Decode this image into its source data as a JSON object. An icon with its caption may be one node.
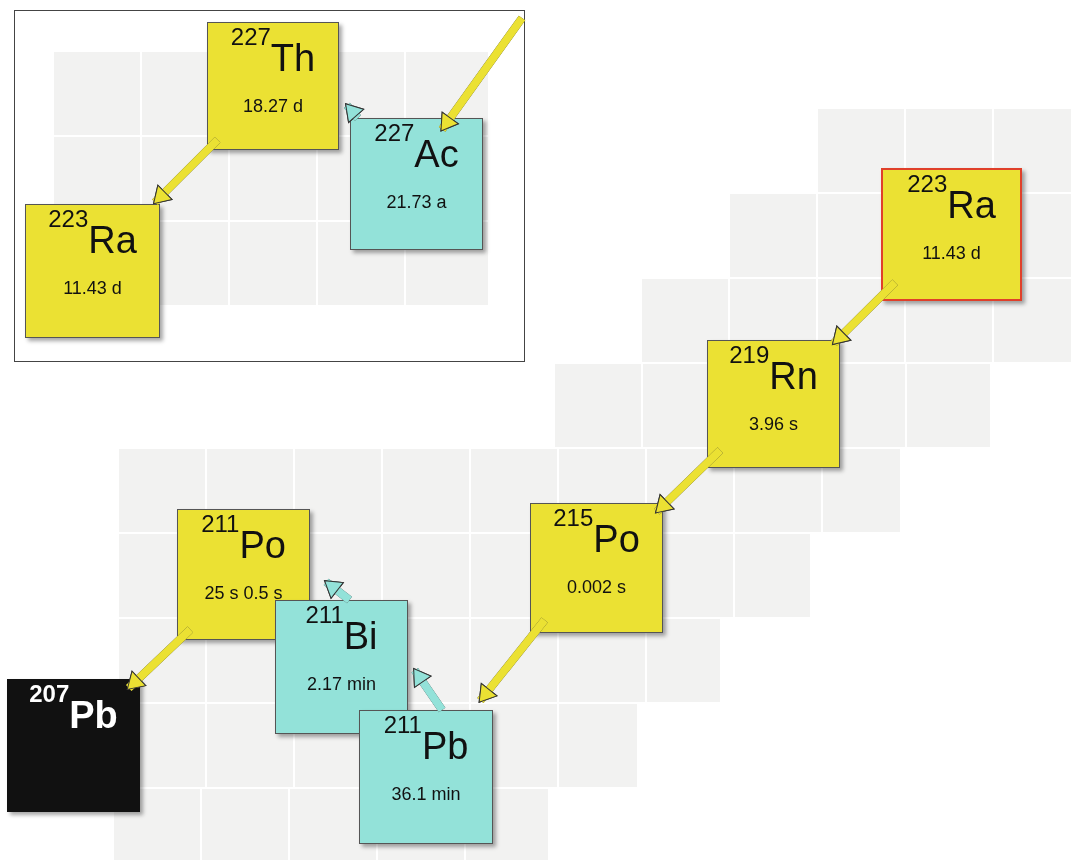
{
  "diagram": {
    "nodes": [
      {
        "text": [
          "$^{227}$Th",
          "18.27 d"
        ]
      },
      {
        "text": [
          "$^{227}$Ac",
          "21.73 a"
        ]
      },
      {
        "text": [
          "$^{223}$Ra",
          "11.43 d"
        ]
      },
      {
        "text": [
          "$^{223}$Ra",
          "11.43 d"
        ]
      },
      {
        "text": [
          "$^{219}$Rn",
          "3.96 s"
        ]
      },
      {
        "text": [
          "$^{215}$Po",
          "0.002 s"
        ]
      },
      {
        "text": [
          "$^{211}$Po",
          "25 s 0.5 s"
        ]
      },
      {
        "text": [
          "$^{211}$Bi",
          "2.17 min"
        ]
      },
      {
        "text": [
          "$^{211}$Pb",
          "36.1 min"
        ]
      },
      {
        "text": [
          "$^{207}$Pb"
        ]
      }
    ],
    "edges": [
      {
        "from": null,
        "to": 1,
        "arrow": "to"
      },
      {
        "from": 1,
        "to": 0,
        "arrow": "to",
        "color": "#93e2d9"
      },
      {
        "from": 0,
        "to": 2,
        "arrow": "to"
      },
      {
        "from": 3,
        "to": 4,
        "arrow": "to"
      },
      {
        "from": 4,
        "to": 5,
        "arrow": "to"
      },
      {
        "from": 5,
        "to": 8,
        "arrow": "to"
      },
      {
        "from": 8,
        "to": 7,
        "arrow": "to",
        "color": "#93e2d9"
      },
      {
        "from": 7,
        "to": 6,
        "arrow": "to",
        "color": "#93e2d9"
      },
      {
        "from": 6,
        "to": 9,
        "arrow": "to"
      }
    ]
  }
}
